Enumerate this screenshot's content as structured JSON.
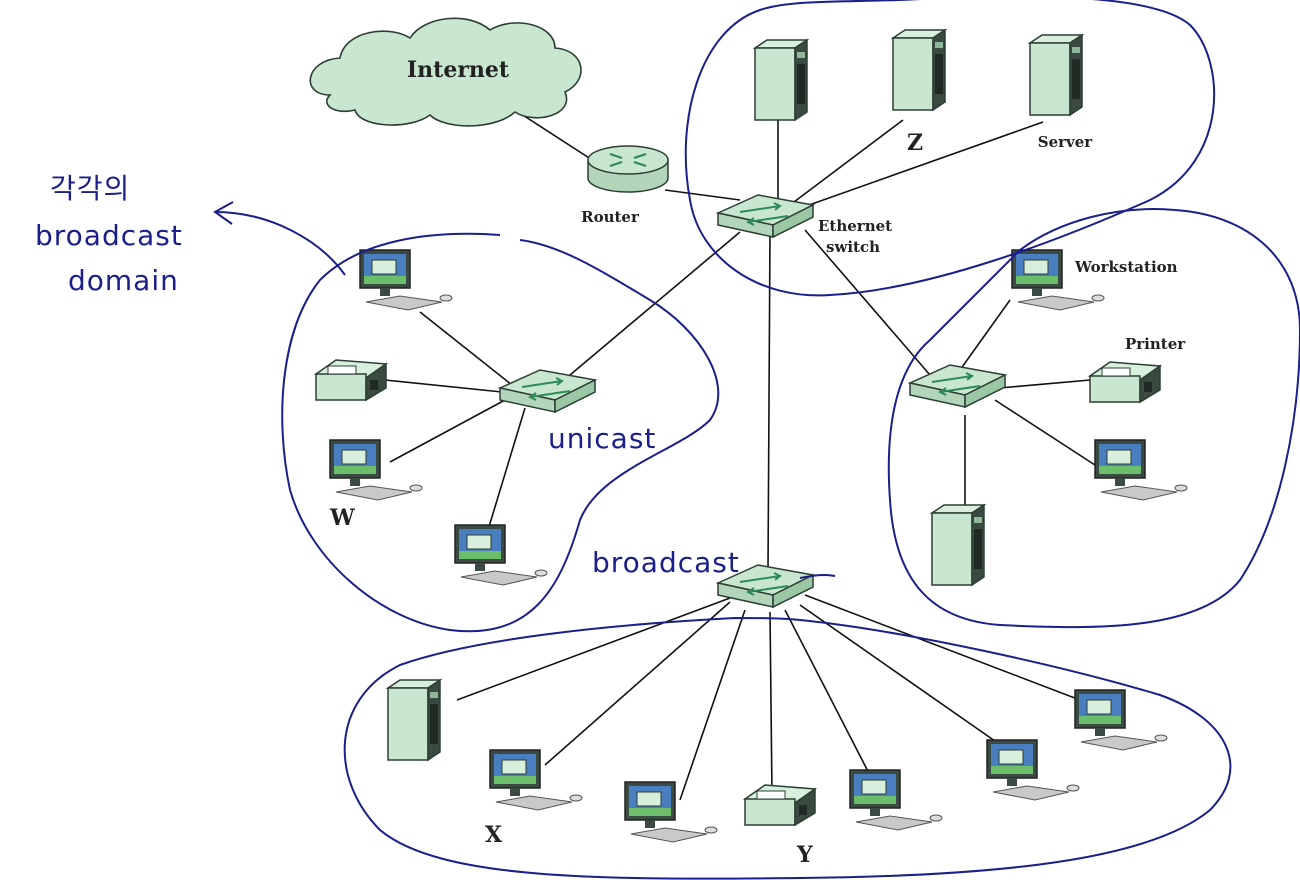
{
  "labels": {
    "internet": "Internet",
    "router": "Router",
    "ethernet_switch_line1": "Ethernet",
    "ethernet_switch_line2": "switch",
    "z": "Z",
    "server": "Server",
    "workstation": "Workstation",
    "printer": "Printer",
    "w": "W",
    "x": "X",
    "y": "Y"
  },
  "annotations": {
    "korean": "각각의",
    "broadcast_domain_line1": "broadcast",
    "broadcast_domain_line2": "domain",
    "unicast": "unicast",
    "broadcast": "broadcast"
  },
  "colors": {
    "device_fill": "#c9e6cf",
    "device_stroke": "#2c3e33",
    "arrow": "#2e8b57",
    "ink": "#1a1f8c",
    "screen": "#4a7fbf"
  }
}
